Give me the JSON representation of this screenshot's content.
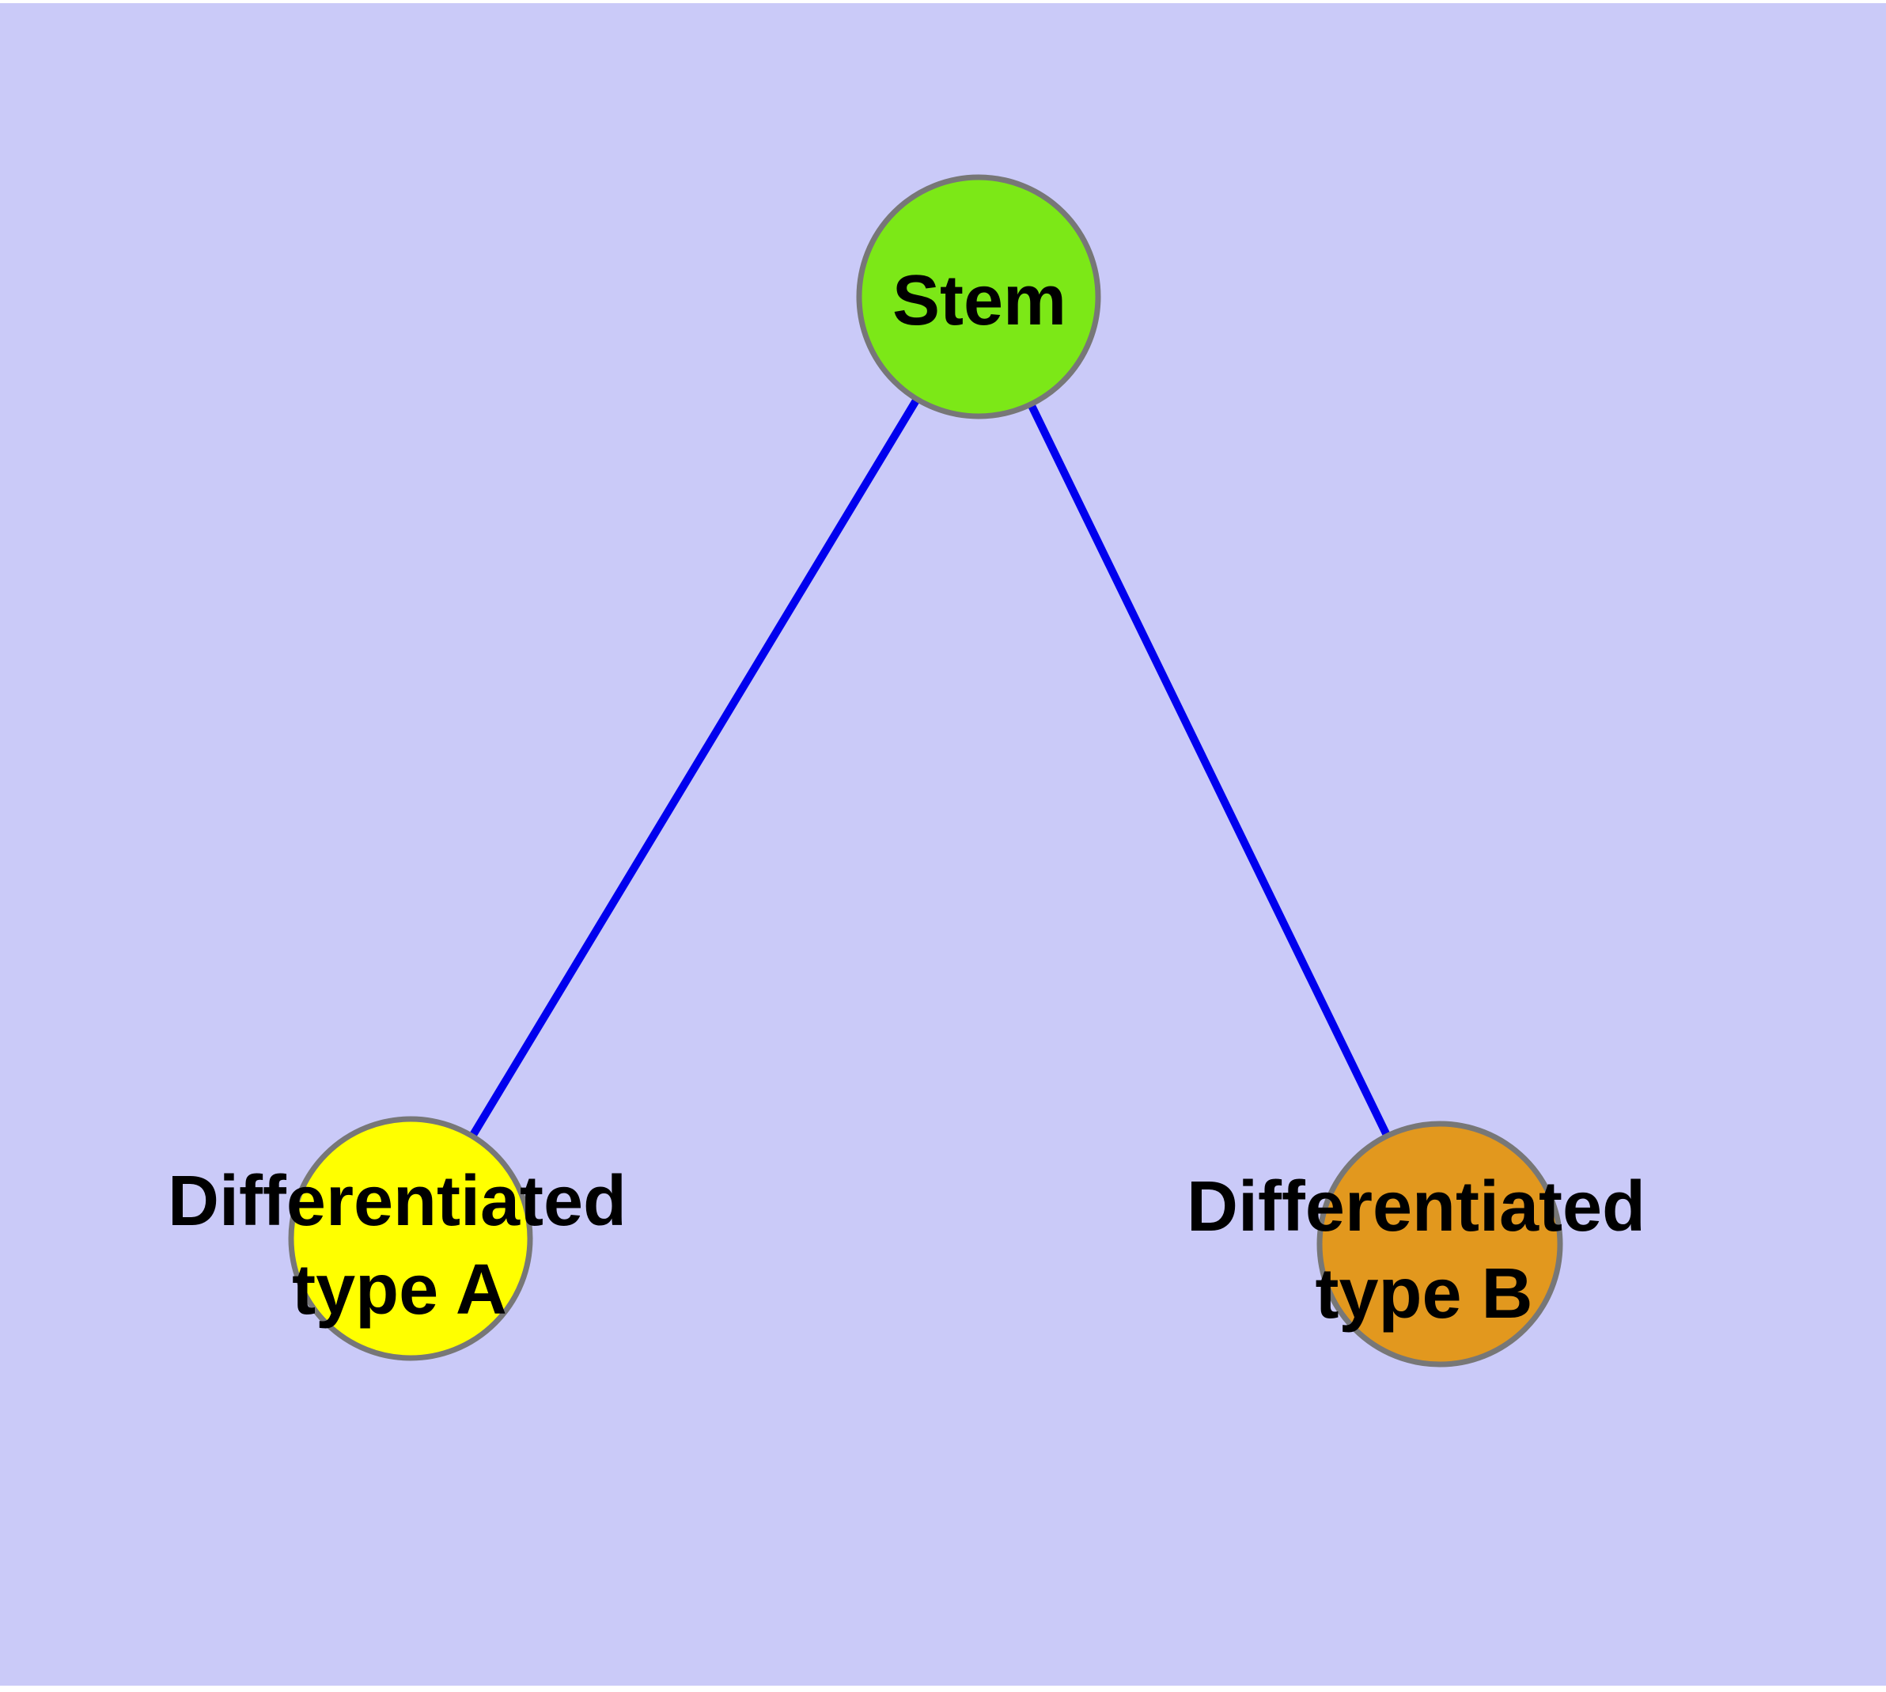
{
  "diagram": {
    "type": "graph",
    "description_colors": {
      "canvas_background": "#CACAF8",
      "page_margin": "#FFFFFF",
      "edge_color": "#0000EE",
      "node_border_color": "#777777",
      "label_text_color": "#000000"
    },
    "nodes": {
      "stem": {
        "label": "Stem",
        "fill": "#7CE817",
        "border": "#777777"
      },
      "type_a": {
        "label_line1": "Differentiated",
        "label_line2": "type A",
        "fill": "#FFFF00",
        "border": "#777777"
      },
      "type_b": {
        "label_line1": "Differentiated",
        "label_line2": "type B",
        "fill": "#E2981E",
        "border": "#777777"
      }
    },
    "edges": {
      "color": "#0000EE",
      "list": [
        {
          "from": "Stem",
          "to": "Differentiated type A"
        },
        {
          "from": "Stem",
          "to": "Differentiated type B"
        }
      ]
    }
  }
}
